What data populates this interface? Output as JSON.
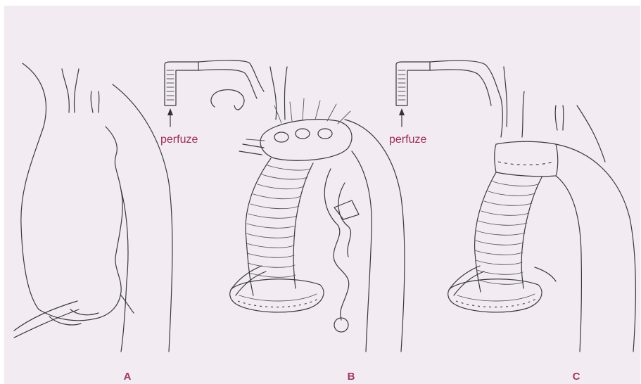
{
  "figure": {
    "background": "#f2ebf1",
    "accent": "#9b2d5a",
    "perfusion_labels": [
      "perfuze",
      "perfuze"
    ],
    "panels": [
      {
        "letter": "A"
      },
      {
        "letter": "B"
      },
      {
        "letter": "C"
      }
    ]
  }
}
